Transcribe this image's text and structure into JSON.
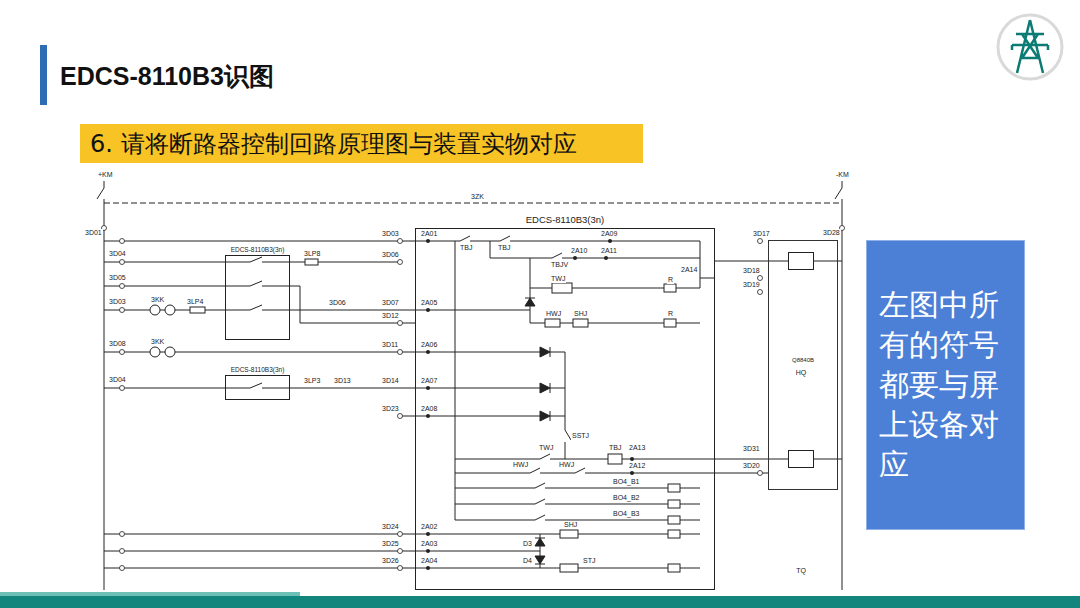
{
  "diagram": {
    "title": "EDCS-8110B3识图",
    "nodes": [
      {
        "text": [
          "6. 请将断路器控制回路原理图与装置实物对应"
        ]
      },
      {
        "text": [
          "左图中所有的符号都要与屏上设备对应"
        ]
      },
      {
        "text": [
          "EDCS-8110B3(3n)"
        ]
      },
      {
        "text": [
          "EDCS-8110B3(3n)"
        ]
      },
      {
        "text": [
          "EDCS-8110B3(3n)"
        ]
      },
      {
        "text": [
          "Q8840B"
        ]
      },
      {
        "text": [
          "HQ"
        ],
        "in": 5
      },
      {
        "text": [
          "TQ"
        ],
        "in": 5
      }
    ],
    "edges": [
      {
        "from": 3,
        "to": 2,
        "arrow": "none"
      },
      {
        "from": 4,
        "to": 2,
        "arrow": "none"
      },
      {
        "from": 2,
        "to": 6,
        "arrow": "none"
      },
      {
        "from": 2,
        "to": 7,
        "arrow": "none"
      }
    ],
    "labels": [
      "+KM",
      "-KM",
      "3ZK",
      "3D01",
      "3D28",
      "3D04",
      "3D05",
      "3D03",
      "3KK",
      "3LP4",
      "3LP8",
      "3D06",
      "3D08",
      "3KK",
      "3D04",
      "3LP3",
      "3D13",
      "3D03",
      "3D06",
      "3D07",
      "3D12",
      "3D11",
      "3D14",
      "3D23",
      "3D24",
      "3D25",
      "3D26",
      "2A01",
      "2A05",
      "2A06",
      "2A07",
      "2A08",
      "2A02",
      "2A03",
      "2A04",
      "TBJ",
      "TBJ",
      "2A09",
      "TBJV",
      "2A10",
      "2A11",
      "2A14",
      "3D17",
      "3D18",
      "3D19",
      "TWJ",
      "R",
      "HWJ",
      "SHJ",
      "R",
      "SSTJ",
      "TWJ",
      "TBJ",
      "2A13",
      "2A12",
      "HWJ",
      "HWJ",
      "BO4_B1",
      "BO4_B2",
      "BO4_B3",
      "SHJ",
      "D3",
      "D4",
      "STJ",
      "3D31",
      "3D20"
    ]
  }
}
